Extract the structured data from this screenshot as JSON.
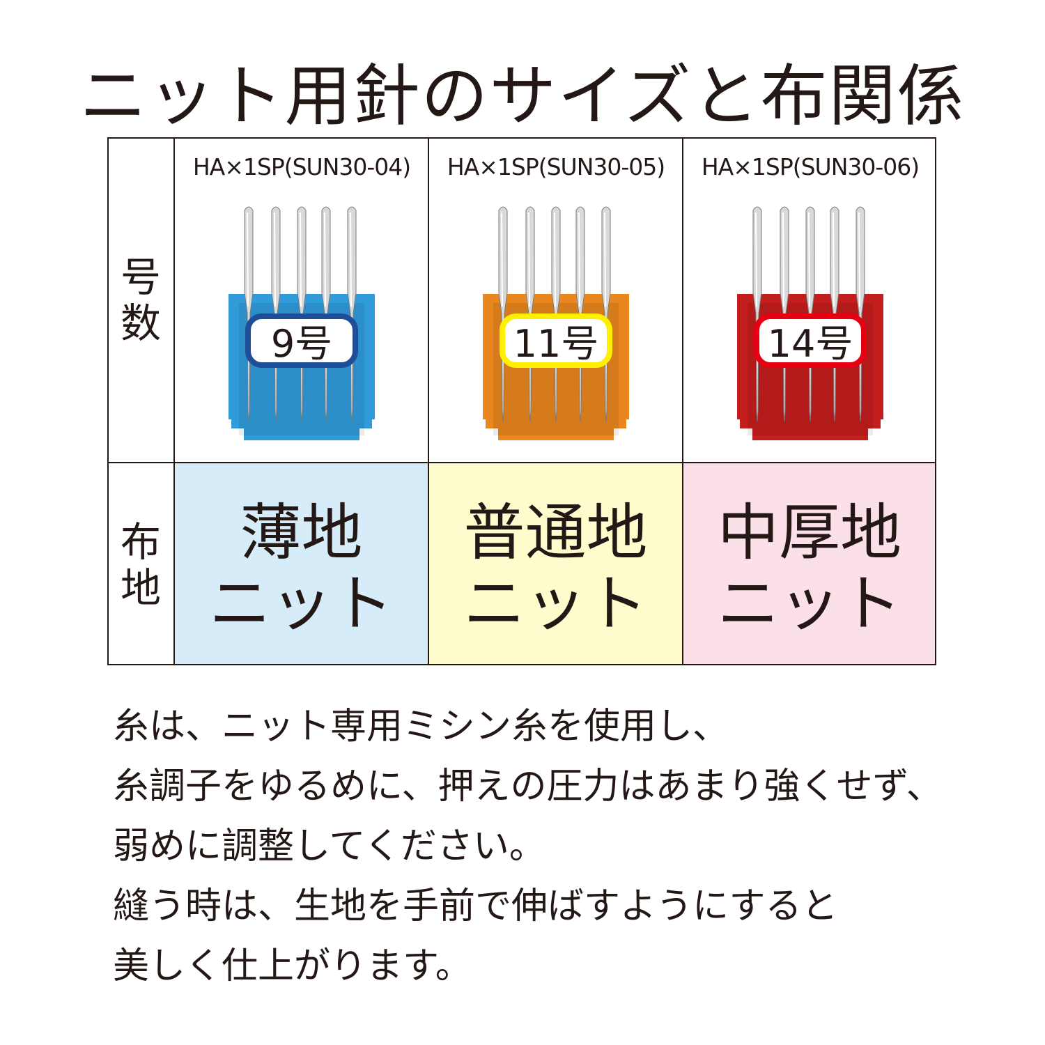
{
  "title": "ニット用針のサイズと布関係",
  "rows": {
    "size_label": [
      "号",
      "数"
    ],
    "fabric_label": [
      "布",
      "地"
    ]
  },
  "columns": [
    {
      "model": "HA×1SP(SUN30-04)",
      "size": "9号",
      "pack_color": "#2f9bd9",
      "badge_border": "#1f4e99",
      "fabric_lines": [
        "薄地",
        "ニット"
      ],
      "fabric_bg": "#d6ecf8"
    },
    {
      "model": "HA×1SP(SUN30-05)",
      "size": "11号",
      "pack_color": "#e9861e",
      "badge_border": "#ffef00",
      "fabric_lines": [
        "普通地",
        "ニット"
      ],
      "fabric_bg": "#fefbcd"
    },
    {
      "model": "HA×1SP(SUN30-06)",
      "size": "14号",
      "pack_color": "#c21e1c",
      "badge_border": "#e60012",
      "fabric_lines": [
        "中厚地",
        "ニット"
      ],
      "fabric_bg": "#fbe0ea"
    }
  ],
  "notes": [
    "糸は、ニット専用ミシン糸を使用し、",
    "糸調子をゆるめに、押えの圧力はあまり強くせず、",
    "弱めに調整してください。",
    "縫う時は、生地を手前で伸ばすようにすると",
    "美しく仕上がります。"
  ]
}
